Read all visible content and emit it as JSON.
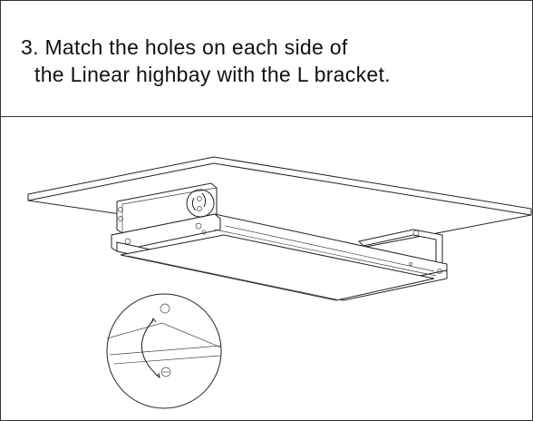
{
  "instruction": {
    "line1": "3. Match the holes on each side of",
    "line2": "the Linear highbay with the L bracket."
  },
  "illustration": {
    "subject": "linear-highbay-l-bracket-mounting",
    "line_color": "#222222",
    "background": "#ffffff"
  }
}
